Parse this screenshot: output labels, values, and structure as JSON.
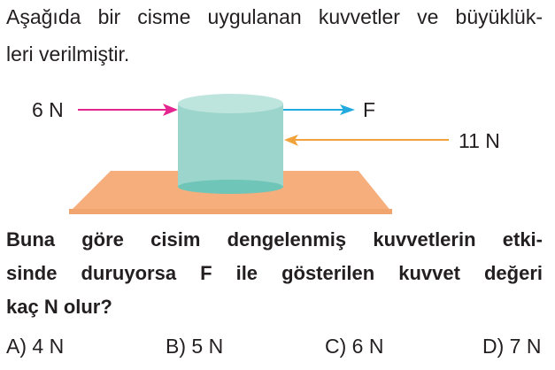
{
  "intro": [
    "Aşağıda bir cisme uygulanan kuvvetler ve büyüklük-",
    "leri verilmiştir."
  ],
  "diagram": {
    "force_left_label": "6 N",
    "force_f_label": "F",
    "force_right_label": "11 N",
    "colors": {
      "left_arrow": "#e5258f",
      "f_arrow": "#22a9de",
      "right_arrow": "#f2a23a",
      "cylinder": "#9bd5cb",
      "plate": "#f5ae7c"
    }
  },
  "question": [
    "Buna göre cisim dengelenmiş kuvvetlerin etki-",
    "sinde duruyorsa F ile gösterilen kuvvet değeri",
    "kaç N olur?"
  ],
  "options": [
    "A) 4 N",
    "B) 5 N",
    "C) 6 N",
    "D) 7 N"
  ]
}
